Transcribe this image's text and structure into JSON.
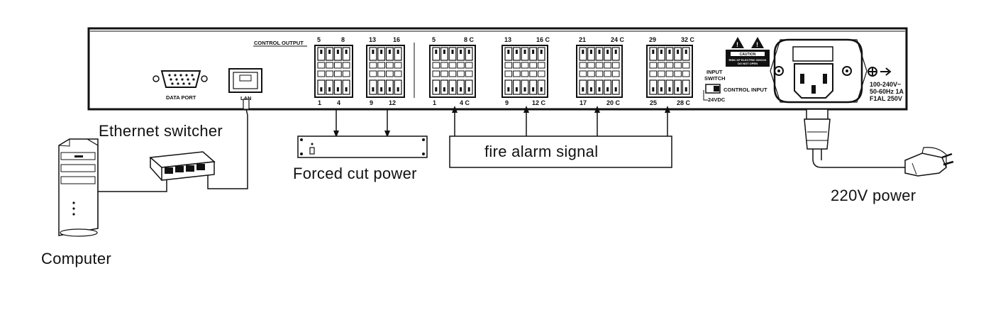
{
  "device": {
    "data_port_label": "DATA PORT",
    "lan_label": "LAN",
    "control_output_label": "CONTROL OUTPUT",
    "input_switch_label_1": "INPUT",
    "input_switch_label_2": "SWITCH",
    "input_voltage_label": "24VDC",
    "control_input_label": "CONTROL INPUT",
    "caution_label": "CAUTION",
    "caution_text_1": "RISK OF ELECTRIC SHOCK",
    "caution_text_2": "DO NOT OPEN",
    "power_spec_1": "100-240V~",
    "power_spec_2": "50-60Hz 1A",
    "power_spec_3": "F1AL 250V",
    "output_blocks": [
      {
        "top_left": "5",
        "top_right": "8",
        "bottom_left": "1",
        "bottom_right": "4"
      },
      {
        "top_left": "13",
        "top_right": "16",
        "bottom_left": "9",
        "bottom_right": "12"
      }
    ],
    "input_blocks": [
      {
        "top_left": "5",
        "top_right": "8  C",
        "bottom_left": "1",
        "bottom_right": "4  C"
      },
      {
        "top_left": "13",
        "top_right": "16 C",
        "bottom_left": "9",
        "bottom_right": "12 C"
      },
      {
        "top_left": "21",
        "top_right": "24 C",
        "bottom_left": "17",
        "bottom_right": "20  C"
      },
      {
        "top_left": "29",
        "top_right": "32  C",
        "bottom_left": "25",
        "bottom_right": "28  C"
      }
    ]
  },
  "labels": {
    "ethernet_switcher": "Ethernet switcher",
    "computer": "Computer",
    "forced_cut_power": "Forced cut power",
    "fire_alarm_signal": "fire  alarm  signal",
    "power_220v": "220V power"
  }
}
